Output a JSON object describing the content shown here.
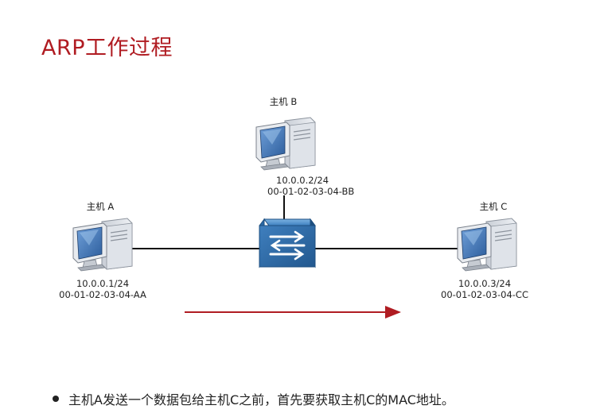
{
  "slide": {
    "title": "ARP工作过程",
    "bullet": "主机A发送一个数据包给主机C之前，首先要获取主机C的MAC地址。"
  },
  "hosts": {
    "a": {
      "name": "主机 A",
      "ip": "10.0.0.1/24",
      "mac": "00-01-02-03-04-AA"
    },
    "b": {
      "name": "主机 B",
      "ip": "10.0.0.2/24",
      "mac": "00-01-02-03-04-BB"
    },
    "c": {
      "name": "主机 C",
      "ip": "10.0.0.3/24",
      "mac": "00-01-02-03-04-CC"
    }
  },
  "colors": {
    "title": "#b01c22",
    "arrow": "#b01c22",
    "switch": "#2f6ea6",
    "link": "#111111"
  },
  "icons": {
    "host_icon": "computer-icon",
    "switch_icon": "switch-icon"
  }
}
